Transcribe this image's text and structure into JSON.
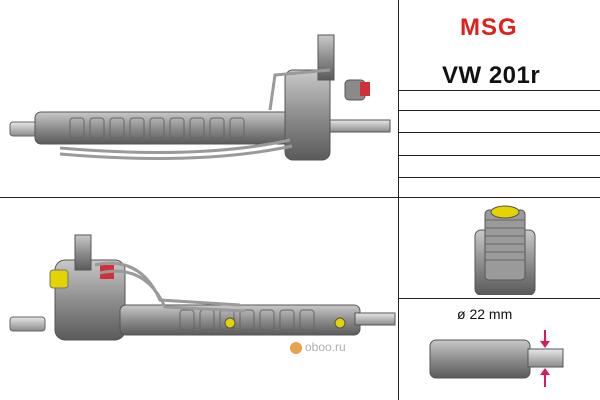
{
  "brand": {
    "logo_text": "MSG",
    "accent_color": "#e0201b"
  },
  "product": {
    "code": "VW 201r"
  },
  "dimension": {
    "label": "ø 22 mm",
    "arrow_color": "#d81b60"
  },
  "watermark": {
    "text": "oboo.ru",
    "icon": "fox-icon"
  },
  "images": [
    {
      "name": "steering-rack-top-view"
    },
    {
      "name": "steering-rack-bottom-view"
    },
    {
      "name": "pinion-spline-closeup"
    },
    {
      "name": "rack-end-closeup"
    }
  ]
}
